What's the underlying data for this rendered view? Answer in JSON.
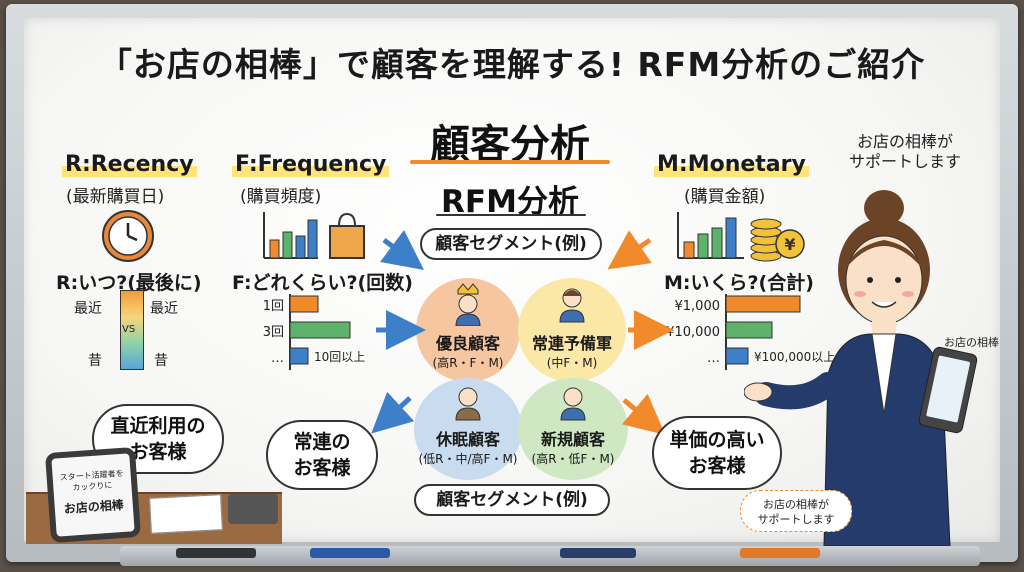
{
  "title": "「お店の相棒」で顧客を理解する! RFM分析のご紹介",
  "center": {
    "title": "顧客分析",
    "subtitle": "RFM分析",
    "segment_label_top": "顧客セグメント(例)",
    "segment_label_bottom": "顧客セグメント(例)"
  },
  "recency": {
    "heading": "R:Recency",
    "sub": "(最新購買日)",
    "question": "R:いつ?(最後に)",
    "top_left": "最近",
    "top_right": "最近",
    "mid": "VS",
    "bottom_left": "昔",
    "bottom_right": "昔",
    "icon": "clock-icon"
  },
  "frequency": {
    "heading": "F:Frequency",
    "sub": "(購買頻度)",
    "question": "F:どれくらい?(回数)",
    "bars": [
      {
        "label": "1回",
        "value": 1
      },
      {
        "label": "3回",
        "value": 3
      },
      {
        "label": "…",
        "value": 10,
        "note": "10回以上"
      }
    ],
    "icon": "shopping-bag-icon"
  },
  "monetary": {
    "heading": "M:Monetary",
    "sub": "(購買金額)",
    "question": "M:いくら?(合計)",
    "bars": [
      {
        "label": "¥1,000",
        "value": 1000
      },
      {
        "label": "¥10,000",
        "value": 10000
      },
      {
        "label": "…",
        "value": 100000,
        "note": "¥100,000以上"
      }
    ],
    "icon": "coins-icon"
  },
  "segments": [
    {
      "name": "優良顧客",
      "desc": "(高R・F・M)",
      "color": "#f6c6a0"
    },
    {
      "name": "常連予備軍",
      "desc": "(中F・M)",
      "color": "#fbe8a6"
    },
    {
      "name": "休眠顧客",
      "desc": "(低R・中/高F・M)",
      "color": "#c9dbee"
    },
    {
      "name": "新規顧客",
      "desc": "(高R・低F・M)",
      "color": "#cfe8c3"
    }
  ],
  "bubbles": {
    "left": "直近利用の\nお客様",
    "mid_left": "常連の\nお客様",
    "right": "単価の高い\nお客様"
  },
  "character": {
    "speech": "お店の相棒が\nサポートします",
    "phone_label": "お店の相棒",
    "bottom_note": "お店の相棒が\nサポートします"
  },
  "tablet": {
    "line1": "スタート活躍者を",
    "line2": "カックりに",
    "line3": "お店の相棒"
  },
  "colors": {
    "orange": "#f08a2a",
    "green": "#5db36a",
    "blue": "#3d7fc9",
    "navy": "#243b6b"
  }
}
